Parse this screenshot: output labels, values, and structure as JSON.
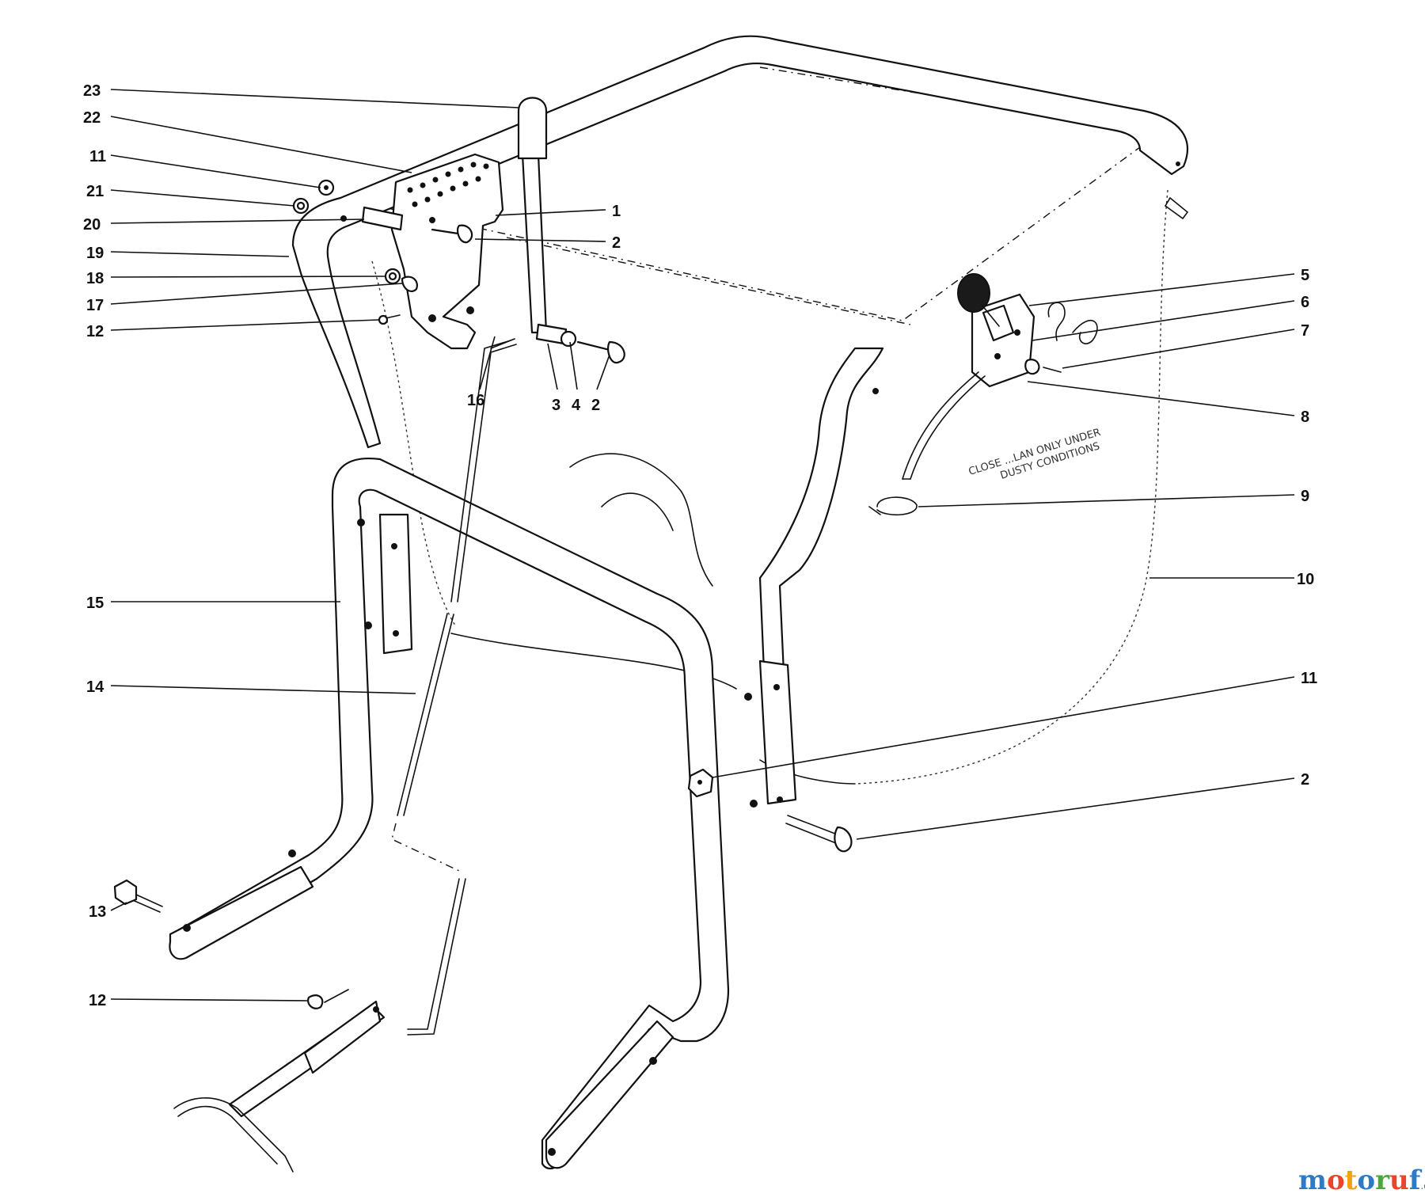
{
  "callouts": {
    "c23": "23",
    "c22": "22",
    "c11a": "11",
    "c21": "21",
    "c20": "20",
    "c19": "19",
    "c18": "18",
    "c17": "17",
    "c12a": "12",
    "c16": "16",
    "c3": "3",
    "c4": "4",
    "c2b": "2",
    "c1": "1",
    "c2a": "2",
    "c5": "5",
    "c6": "6",
    "c7": "7",
    "c8": "8",
    "c9": "9",
    "c10": "10",
    "c15": "15",
    "c14": "14",
    "c11b": "11",
    "c2c": "2",
    "c13": "13",
    "c12b": "12"
  },
  "bag_text": {
    "line1": "CLOSE  ...LAN ONLY UNDER",
    "line2": "DUSTY CONDITIONS"
  },
  "watermark": {
    "letters": [
      "m",
      "o",
      "t",
      "o",
      "r",
      "u",
      "f"
    ],
    "colors": [
      "#2e7bc4",
      "#e8452c",
      "#f2a10f",
      "#2e7bc4",
      "#4aa83b",
      "#e8452c",
      "#2e7bc4"
    ],
    "suffix": ".de"
  }
}
